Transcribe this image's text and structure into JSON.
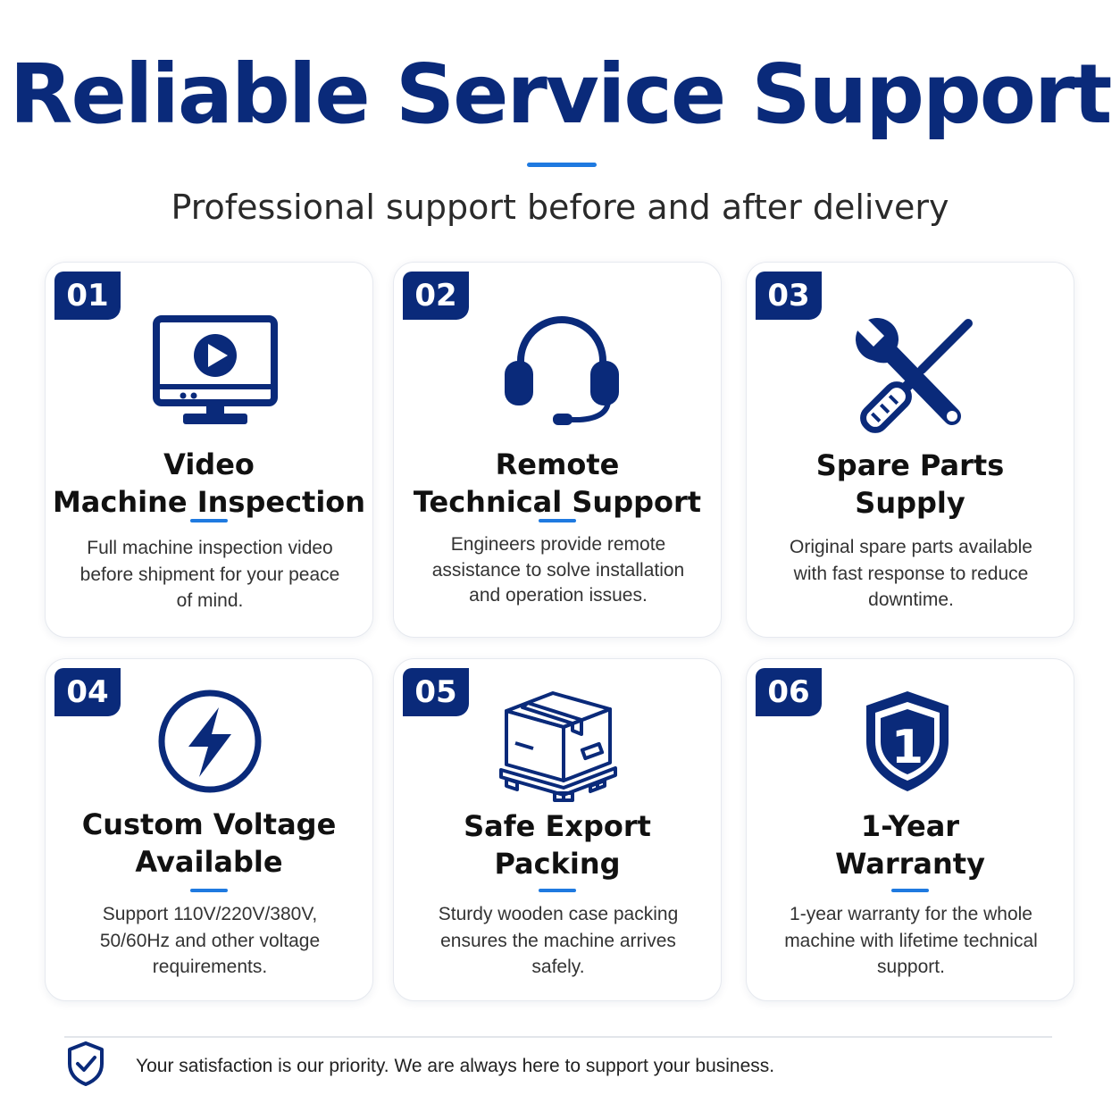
{
  "header": {
    "title": "Reliable Service Support",
    "subtitle": "Professional support before and after delivery"
  },
  "colors": {
    "navy": "#0a2a7a",
    "accent": "#1f7ae0"
  },
  "cards": [
    {
      "number": "01",
      "icon": "monitor-play-icon",
      "title_line1": "Video",
      "title_line2": "Machine Inspection",
      "description": "Full machine inspection video before shipment for your peace of mind."
    },
    {
      "number": "02",
      "icon": "headset-icon",
      "title_line1": "Remote",
      "title_line2": "Technical Support",
      "description": "Engineers provide remote assistance to solve installation and operation issues."
    },
    {
      "number": "03",
      "icon": "wrench-screwdriver-icon",
      "title_line1": "Spare Parts",
      "title_line2": "Supply",
      "description": "Original spare parts available with fast response to reduce downtime."
    },
    {
      "number": "04",
      "icon": "lightning-circle-icon",
      "title_line1": "Custom Voltage",
      "title_line2": "Available",
      "description": "Support 110V/220V/380V, 50/60Hz and other voltage requirements."
    },
    {
      "number": "05",
      "icon": "package-box-icon",
      "title_line1": "Safe Export",
      "title_line2": "Packing",
      "description": "Sturdy wooden case packing ensures the machine arrives safely."
    },
    {
      "number": "06",
      "icon": "shield-one-icon",
      "title_line1": "1-Year",
      "title_line2": "Warranty",
      "description": "1-year warranty for the whole machine with lifetime technical support."
    }
  ],
  "shield_digit": "1",
  "footer": {
    "icon": "shield-check-icon",
    "text": "Your satisfaction is our priority. We are always here to support your business."
  }
}
